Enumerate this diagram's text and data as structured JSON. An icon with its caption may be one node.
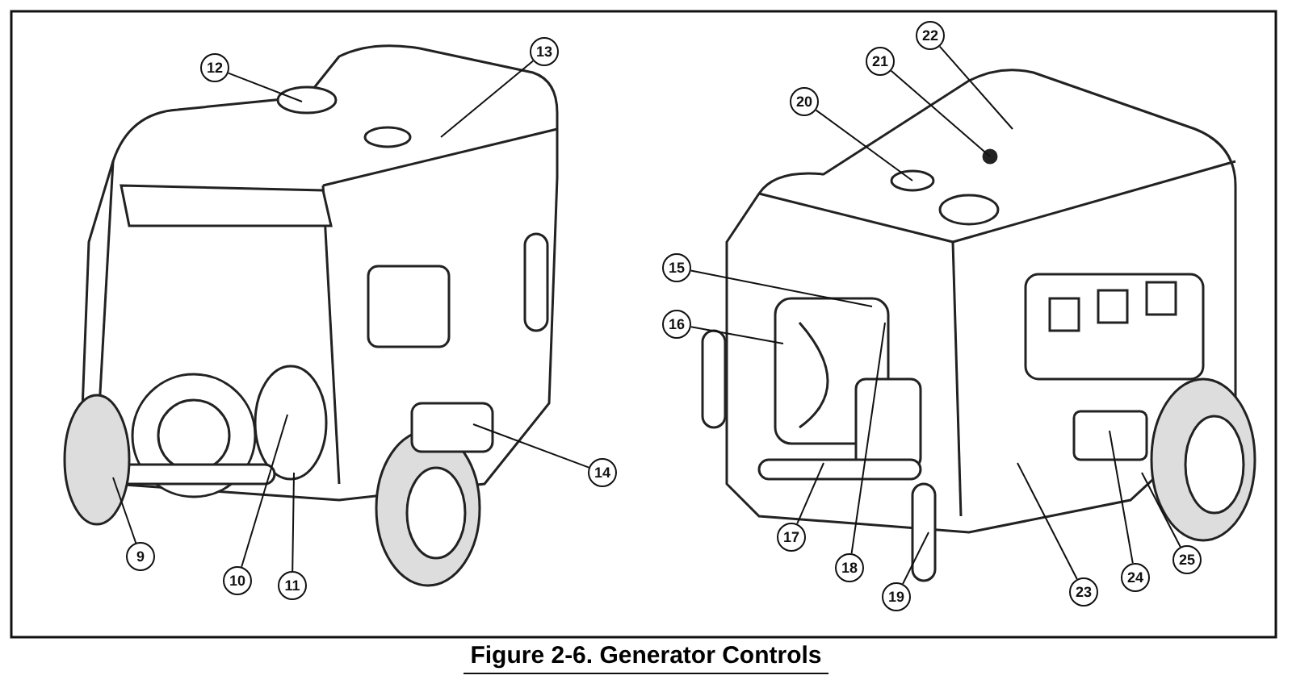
{
  "diagram": {
    "caption": "Figure 2-6. Generator Controls",
    "nodes": [
      {
        "text": [
          "12"
        ]
      },
      {
        "text": [
          "13"
        ]
      },
      {
        "text": [
          "9"
        ]
      },
      {
        "text": [
          "10"
        ]
      },
      {
        "text": [
          "11"
        ]
      },
      {
        "text": [
          "14"
        ]
      },
      {
        "text": [
          "22"
        ]
      },
      {
        "text": [
          "21"
        ]
      },
      {
        "text": [
          "20"
        ]
      },
      {
        "text": [
          "15"
        ]
      },
      {
        "text": [
          "16"
        ]
      },
      {
        "text": [
          "17"
        ]
      },
      {
        "text": [
          "18"
        ]
      },
      {
        "text": [
          "19"
        ]
      },
      {
        "text": [
          "23"
        ]
      },
      {
        "text": [
          "24"
        ]
      },
      {
        "text": [
          "25"
        ]
      }
    ],
    "edges": [
      {
        "from": 0,
        "to": null,
        "arrow": "none"
      },
      {
        "from": 1,
        "to": null,
        "arrow": "none"
      },
      {
        "from": 2,
        "to": null,
        "arrow": "none"
      },
      {
        "from": 3,
        "to": null,
        "arrow": "none"
      },
      {
        "from": 4,
        "to": null,
        "arrow": "none"
      },
      {
        "from": 5,
        "to": null,
        "arrow": "none"
      },
      {
        "from": 6,
        "to": null,
        "arrow": "none"
      },
      {
        "from": 7,
        "to": null,
        "arrow": "none"
      },
      {
        "from": 8,
        "to": null,
        "arrow": "none"
      },
      {
        "from": 9,
        "to": null,
        "arrow": "none"
      },
      {
        "from": 10,
        "to": null,
        "arrow": "none"
      },
      {
        "from": 11,
        "to": null,
        "arrow": "none"
      },
      {
        "from": 12,
        "to": null,
        "arrow": "none"
      },
      {
        "from": 13,
        "to": null,
        "arrow": "none"
      },
      {
        "from": 14,
        "to": null,
        "arrow": "none"
      },
      {
        "from": 15,
        "to": null,
        "arrow": "none"
      },
      {
        "from": 16,
        "to": null,
        "arrow": "none"
      }
    ]
  }
}
